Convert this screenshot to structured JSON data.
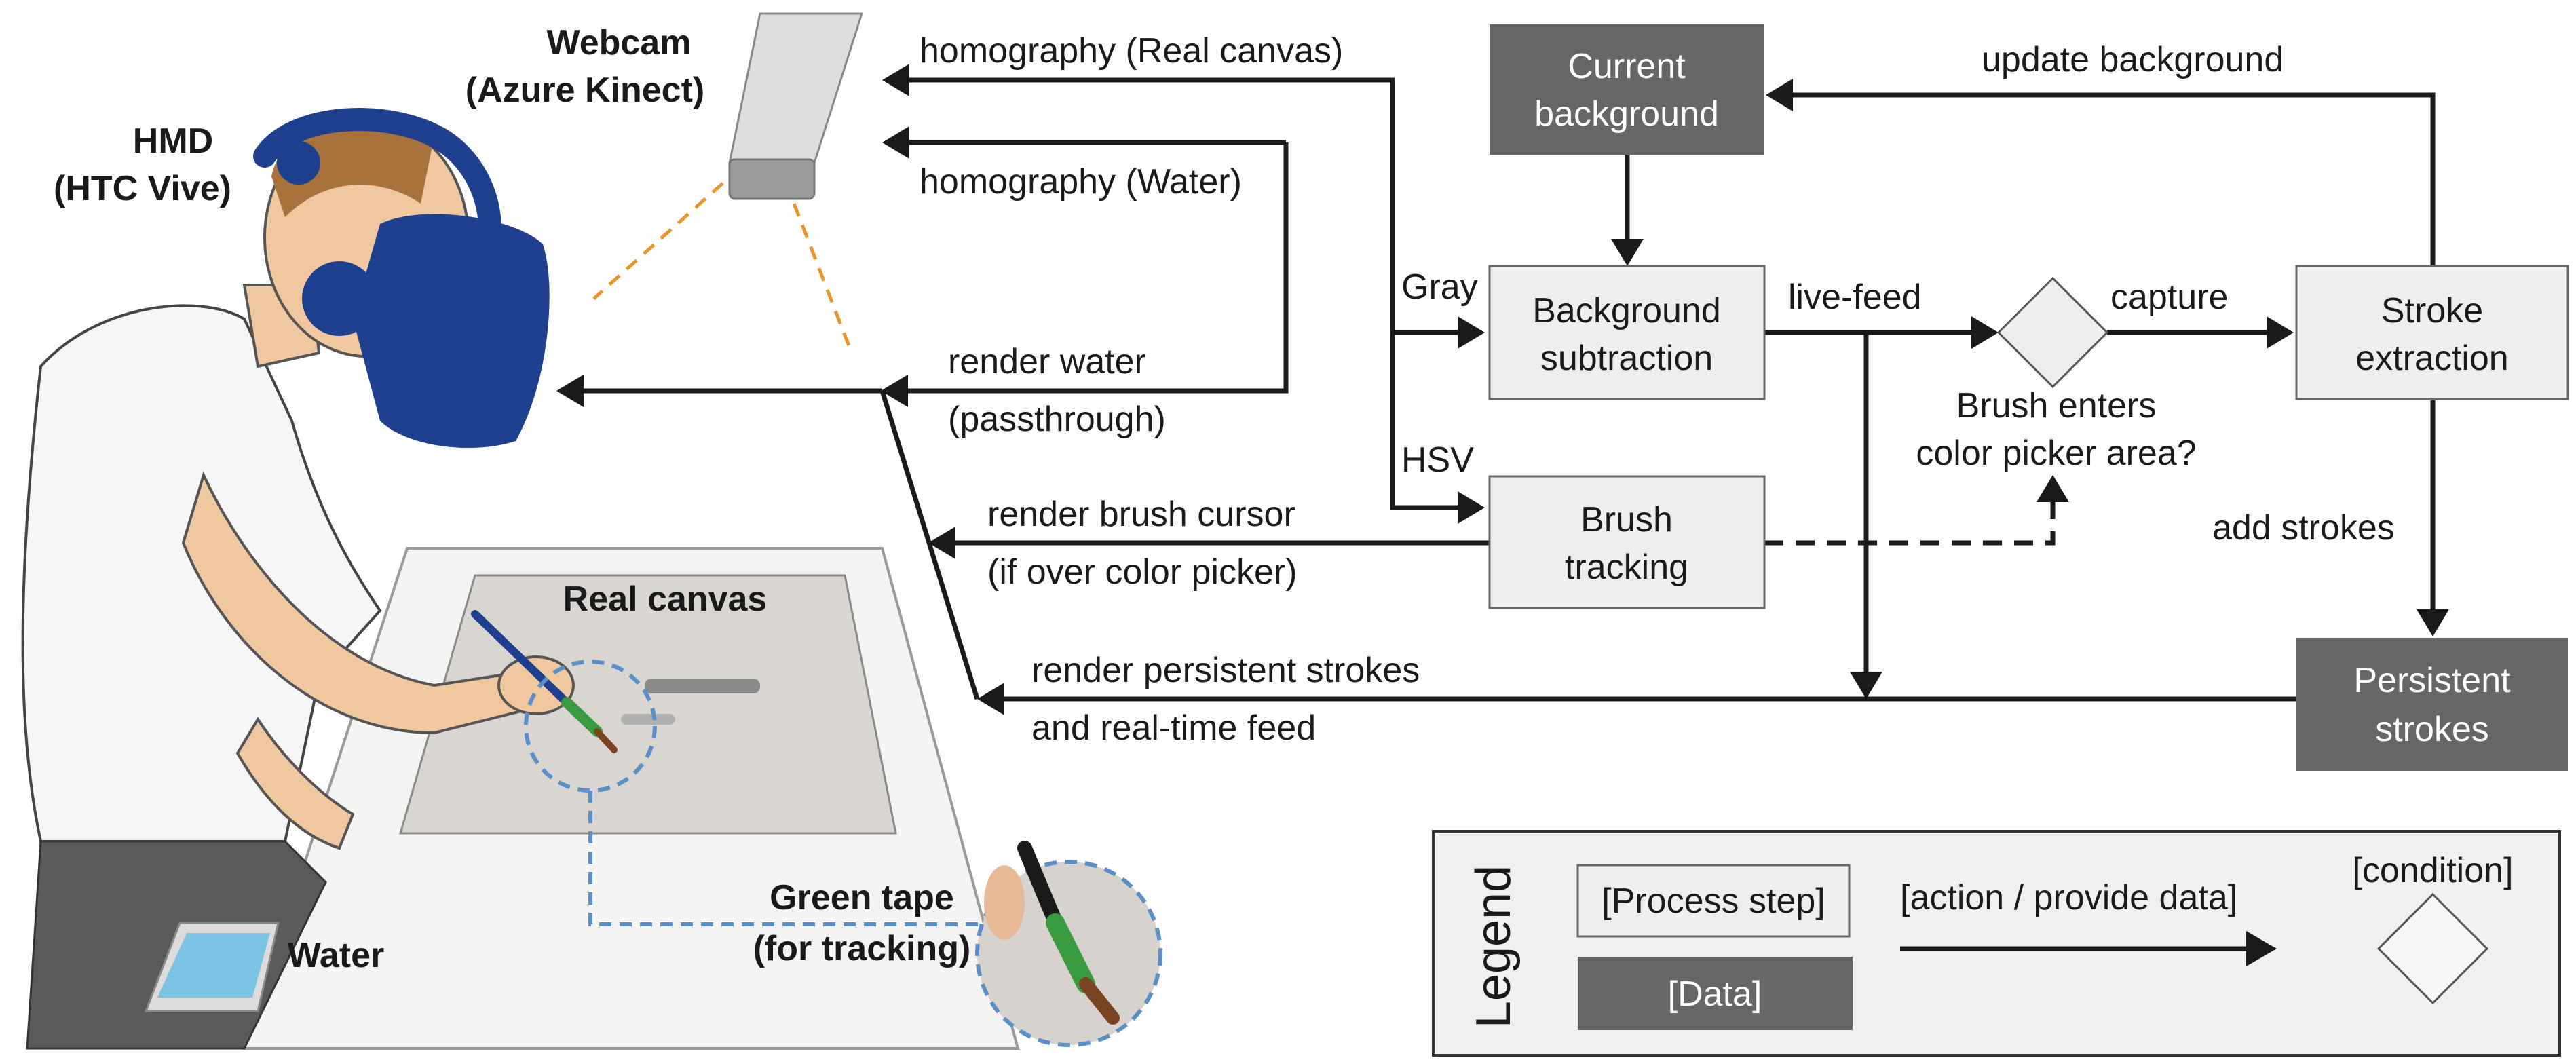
{
  "illustration": {
    "hmd_label_1": "HMD",
    "hmd_label_2": "(HTC Vive)",
    "webcam_label_1": "Webcam",
    "webcam_label_2": "(Azure Kinect)",
    "real_canvas_label": "Real canvas",
    "green_tape_label_1": "Green tape",
    "green_tape_label_2": "(for tracking)",
    "water_label": "Water"
  },
  "flow_labels": {
    "homography_real": "homography (Real canvas)",
    "homography_water": "homography (Water)",
    "render_water_1": "render water",
    "render_water_2": "(passthrough)",
    "render_cursor_1": "render brush cursor",
    "render_cursor_2": "(if over color picker)",
    "render_persistent_1": "render persistent strokes",
    "render_persistent_2": "and real-time feed",
    "gray": "Gray",
    "hsv": "HSV",
    "live_feed": "live-feed",
    "capture": "capture",
    "update_background": "update background",
    "add_strokes": "add strokes",
    "condition_1": "Brush enters",
    "condition_2": "color picker area?"
  },
  "nodes": {
    "current_background_1": "Current",
    "current_background_2": "background",
    "background_subtraction_1": "Background",
    "background_subtraction_2": "subtraction",
    "brush_tracking_1": "Brush",
    "brush_tracking_2": "tracking",
    "stroke_extraction_1": "Stroke",
    "stroke_extraction_2": "extraction",
    "persistent_strokes_1": "Persistent",
    "persistent_strokes_2": "strokes"
  },
  "legend": {
    "title": "Legend",
    "process_step": "[Process step]",
    "data": "[Data]",
    "action": "[action / provide data]",
    "condition": "[condition]"
  },
  "colors": {
    "data_box": "#666666",
    "process_box": "#eeeeee",
    "hmd_blue": "#1f3f8f",
    "tape_green": "#3a9a40",
    "water_blue": "#7cc3e4",
    "dashed_orange": "#e8962a",
    "dashed_blue": "#5b8fc9"
  }
}
